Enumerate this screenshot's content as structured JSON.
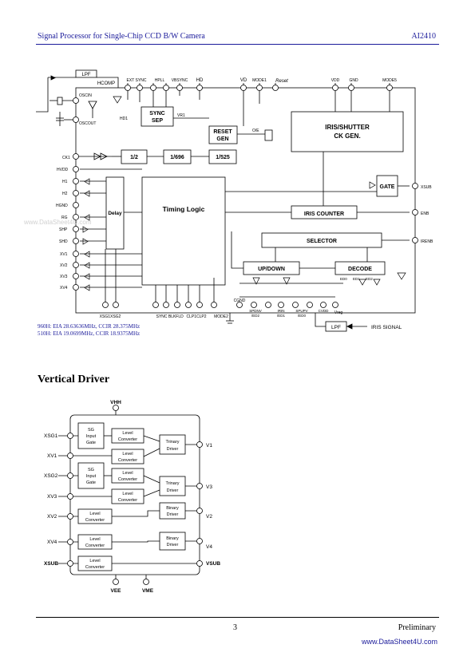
{
  "header": {
    "title": "Signal Processor for Single-Chip CCD B/W Camera",
    "part": "AI2410"
  },
  "block_diagram": {
    "labels": {
      "lpf_top": "LPF",
      "hcomp": "HCOMP",
      "ext_sync": "EXT SYNC",
      "hpll": "HPLL",
      "vbsync": "VBSYNC",
      "hd": "HD",
      "vd": "VD",
      "mode1": "MODE1",
      "reset": "Reset",
      "vdd": "VDD",
      "gnd": "GND",
      "mode5": "MODE5",
      "oscin": "OSCIN",
      "oscout": "OSCOUT",
      "hd1": "HD1",
      "sync_sep_1": "SYNC",
      "sync_sep_2": "SEP",
      "vr1": "VR1",
      "reset_gen_1": "RESET",
      "reset_gen_2": "GEN",
      "oe": "O/E",
      "iris_1": "IRIS/SHUTTER",
      "iris_2": "CK GEN.",
      "ck1": "CK1",
      "div2": "1/2",
      "div696": "1/696",
      "div525": "1/525",
      "hvdd": "HVDD",
      "h1": "H1",
      "h2": "H2",
      "hgnd": "HGND",
      "rg": "RG",
      "shp": "SHP",
      "shd": "SHD",
      "xv1": "XV1",
      "xv2": "XV2",
      "xv3": "XV3",
      "xv4": "XV4",
      "delay": "Delay",
      "timing": "Timing Logic",
      "gate": "GATE",
      "xsub": "XSUB",
      "enb": "ENB",
      "iris_counter": "IRIS COUNTER",
      "selector": "SELECTOR",
      "irenb": "IRENB",
      "updown": "UP/DOWN",
      "decode": "DECODE",
      "ed0": "ED0",
      "ed1": "ED1",
      "ed2": "ED2",
      "xsg": "XSG1XSG2",
      "syncblk": "SYNC BLK",
      "fld": "FLD",
      "clp": "CLP1CLP2",
      "mode2": "MODE2",
      "cgnd": "CGND",
      "spdnv": "SPDNV",
      "ed2b": "/ED2",
      "irin": "IRIN",
      "ed1b": "/ED1",
      "spupv": "SPUPV",
      "ed0b": "/ED0",
      "cvdd": "CVDD",
      "vreg": "Vreg",
      "lpf_bottom": "LPF",
      "iris_signal": "IRIS SIGNAL"
    },
    "notes": [
      "960H: EIA 28.63636MHz, CCIR 28.375MHz",
      "510H: EIA 19.0699MHz, CCIR 18.9375MHz"
    ]
  },
  "watermark": "www.DataSheet4U.com",
  "section": {
    "title": "Vertical Driver"
  },
  "vertical_driver": {
    "vhh": "VHH",
    "vee": "VEE",
    "vme": "VME",
    "inputs": [
      "XSG1",
      "XV1",
      "XSG2",
      "XV3",
      "XV2",
      "XV4",
      "XSUB"
    ],
    "outputs": [
      "V1",
      "V3",
      "V2",
      "V4",
      "VSUB"
    ],
    "sg_gate": [
      "SG",
      "Input",
      "Gate"
    ],
    "level_conv": [
      "Level",
      "Converter"
    ],
    "trinary": [
      "Trinary",
      "Driver"
    ],
    "binary": [
      "Binary",
      "Driver"
    ]
  },
  "footer": {
    "page": "3",
    "status": "Preliminary",
    "site": "www.DataSheet4U.com"
  }
}
